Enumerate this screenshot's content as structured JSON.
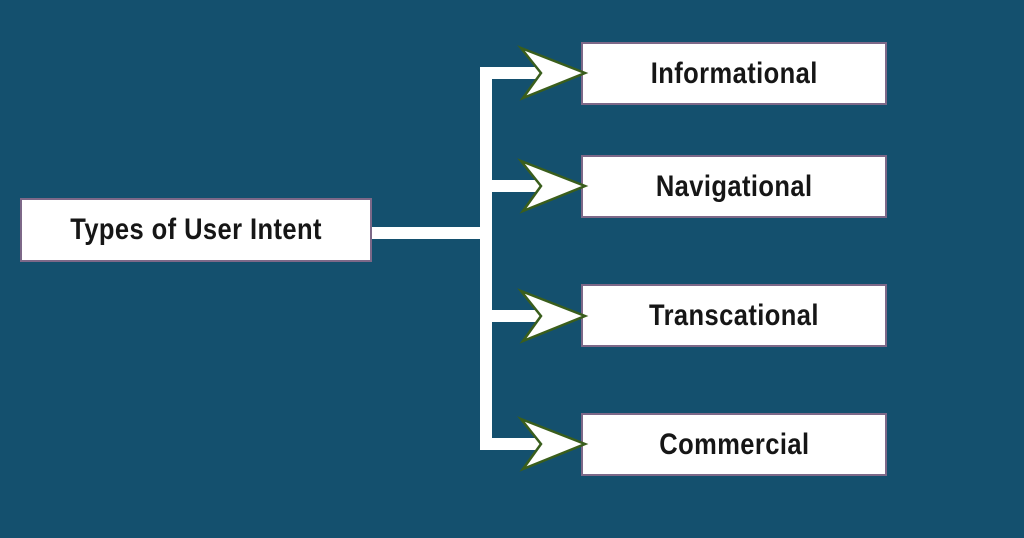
{
  "diagram": {
    "title": "Types of User Intent",
    "items": [
      {
        "label": "Informational"
      },
      {
        "label": "Navigational"
      },
      {
        "label": "Transcational"
      },
      {
        "label": "Commercial"
      }
    ]
  },
  "icons": {
    "arrow": "right-arrow-chevron"
  },
  "colors": {
    "background": "#14506E",
    "box_fill": "#FFFFFF",
    "box_border": "#7D6888",
    "connector": "#FFFFFF",
    "arrow_fill": "#FFFFFF",
    "arrow_outline": "#3A5E1C",
    "text": "#161616"
  }
}
